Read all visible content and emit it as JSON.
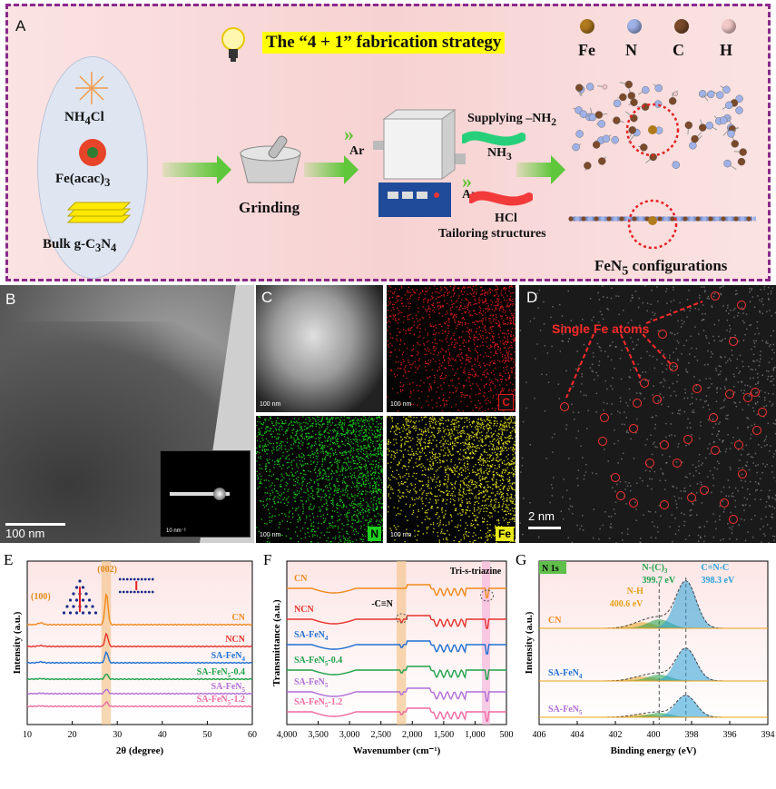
{
  "panelA": {
    "label": "A",
    "title": "The “4 + 1” fabrication strategy",
    "precursors": [
      "NH",
      "Fe(acac)",
      "Bulk g-C",
      "N"
    ],
    "nh4cl": {
      "main": "NH",
      "sub": "4",
      "tail": "Cl"
    },
    "feacac": {
      "main": "Fe(acac)",
      "sub": "3"
    },
    "gcn": {
      "main": "Bulk g-C",
      "sub1": "3",
      "mid": "N",
      "sub2": "4"
    },
    "grinding": "Grinding",
    "ar1": "Ar",
    "ar2": "Ar",
    "supplying": "Supplying –NH",
    "supplying_sub": "2",
    "nh3": {
      "main": "NH",
      "sub": "3"
    },
    "hcl": "HCl",
    "tailoring": "Tailoring structures",
    "legend": [
      "Fe",
      "N",
      "C",
      "H"
    ],
    "legend_colors": [
      "#b07a1e",
      "#9fb2e8",
      "#7a4a2a",
      "#f3c9c9"
    ],
    "fen5": {
      "main": "FeN",
      "sub": "5",
      "tail": " configurations"
    }
  },
  "panelB": {
    "label": "B",
    "scale": "100 nm",
    "inset_scale": "10 nm⁻¹"
  },
  "panelC": {
    "label": "C",
    "scales": [
      "100 nm",
      "100 nm",
      "100 nm",
      "100 nm"
    ],
    "elements": [
      "C",
      "N",
      "Fe"
    ]
  },
  "panelD": {
    "label": "D",
    "annotation": "Single Fe atoms",
    "scale": "2 nm"
  },
  "chart_data": [
    {
      "panel": "E",
      "type": "line",
      "xlabel": "2θ (degree)",
      "ylabel": "Intensity (a.u.)",
      "xlim": [
        10,
        60
      ],
      "xticks": [
        10,
        20,
        30,
        40,
        50,
        60
      ],
      "annotations": [
        "(100)",
        "(002)"
      ],
      "series": [
        {
          "name": "CN",
          "color": "#f08a1c"
        },
        {
          "name": "NCN",
          "color": "#e6322c"
        },
        {
          "name": "SA-FeN",
          "sub": "4",
          "color": "#1f6fd1"
        },
        {
          "name": "SA-FeN",
          "sub": "5",
          "tail": "-0.4",
          "color": "#1fa24a"
        },
        {
          "name": "SA-FeN",
          "sub": "5",
          "color": "#b06fd8"
        },
        {
          "name": "SA-FeN",
          "sub": "5",
          "tail": "-1.2",
          "color": "#f06aa0"
        }
      ]
    },
    {
      "panel": "F",
      "type": "line",
      "xlabel": "Wavenumber (cm⁻¹)",
      "ylabel": "Transmittance (a.u.)",
      "xlim": [
        4000,
        500
      ],
      "xticks": [
        "4,000",
        "3,500",
        "3,000",
        "2,500",
        "2,000",
        "1,500",
        "1,000",
        "500"
      ],
      "annotations": [
        "-C≡N",
        "Tri-s-triazine"
      ],
      "series": [
        {
          "name": "CN",
          "color": "#f08a1c"
        },
        {
          "name": "NCN",
          "color": "#e6322c"
        },
        {
          "name": "SA-FeN",
          "sub": "4",
          "color": "#1f6fd1"
        },
        {
          "name": "SA-FeN",
          "sub": "5",
          "tail": "-0.4",
          "color": "#1fa24a"
        },
        {
          "name": "SA-FeN",
          "sub": "5",
          "color": "#b06fd8"
        },
        {
          "name": "SA-FeN",
          "sub": "5",
          "tail": "-1.2",
          "color": "#f06aa0"
        }
      ]
    },
    {
      "panel": "G",
      "type": "line",
      "title": "N 1s",
      "xlabel": "Binding energy (eV)",
      "ylabel": "Intensity (a.u.)",
      "xlim": [
        406,
        394
      ],
      "xticks": [
        406,
        404,
        402,
        400,
        398,
        396,
        394
      ],
      "peaks": [
        {
          "name": "N-H",
          "value": "400.6 eV",
          "color": "#e8a21c"
        },
        {
          "name": "N-(C)",
          "sub": "3",
          "value": "399.7 eV",
          "color": "#1fa24a"
        },
        {
          "name": "C=N-C",
          "value": "398.3 eV",
          "color": "#2aa0d8"
        }
      ],
      "series": [
        {
          "name": "CN",
          "color": "#f08a1c"
        },
        {
          "name": "SA-FeN",
          "sub": "4",
          "color": "#1f6fd1"
        },
        {
          "name": "SA-FeN",
          "sub": "5",
          "color": "#b06fd8"
        }
      ]
    }
  ]
}
